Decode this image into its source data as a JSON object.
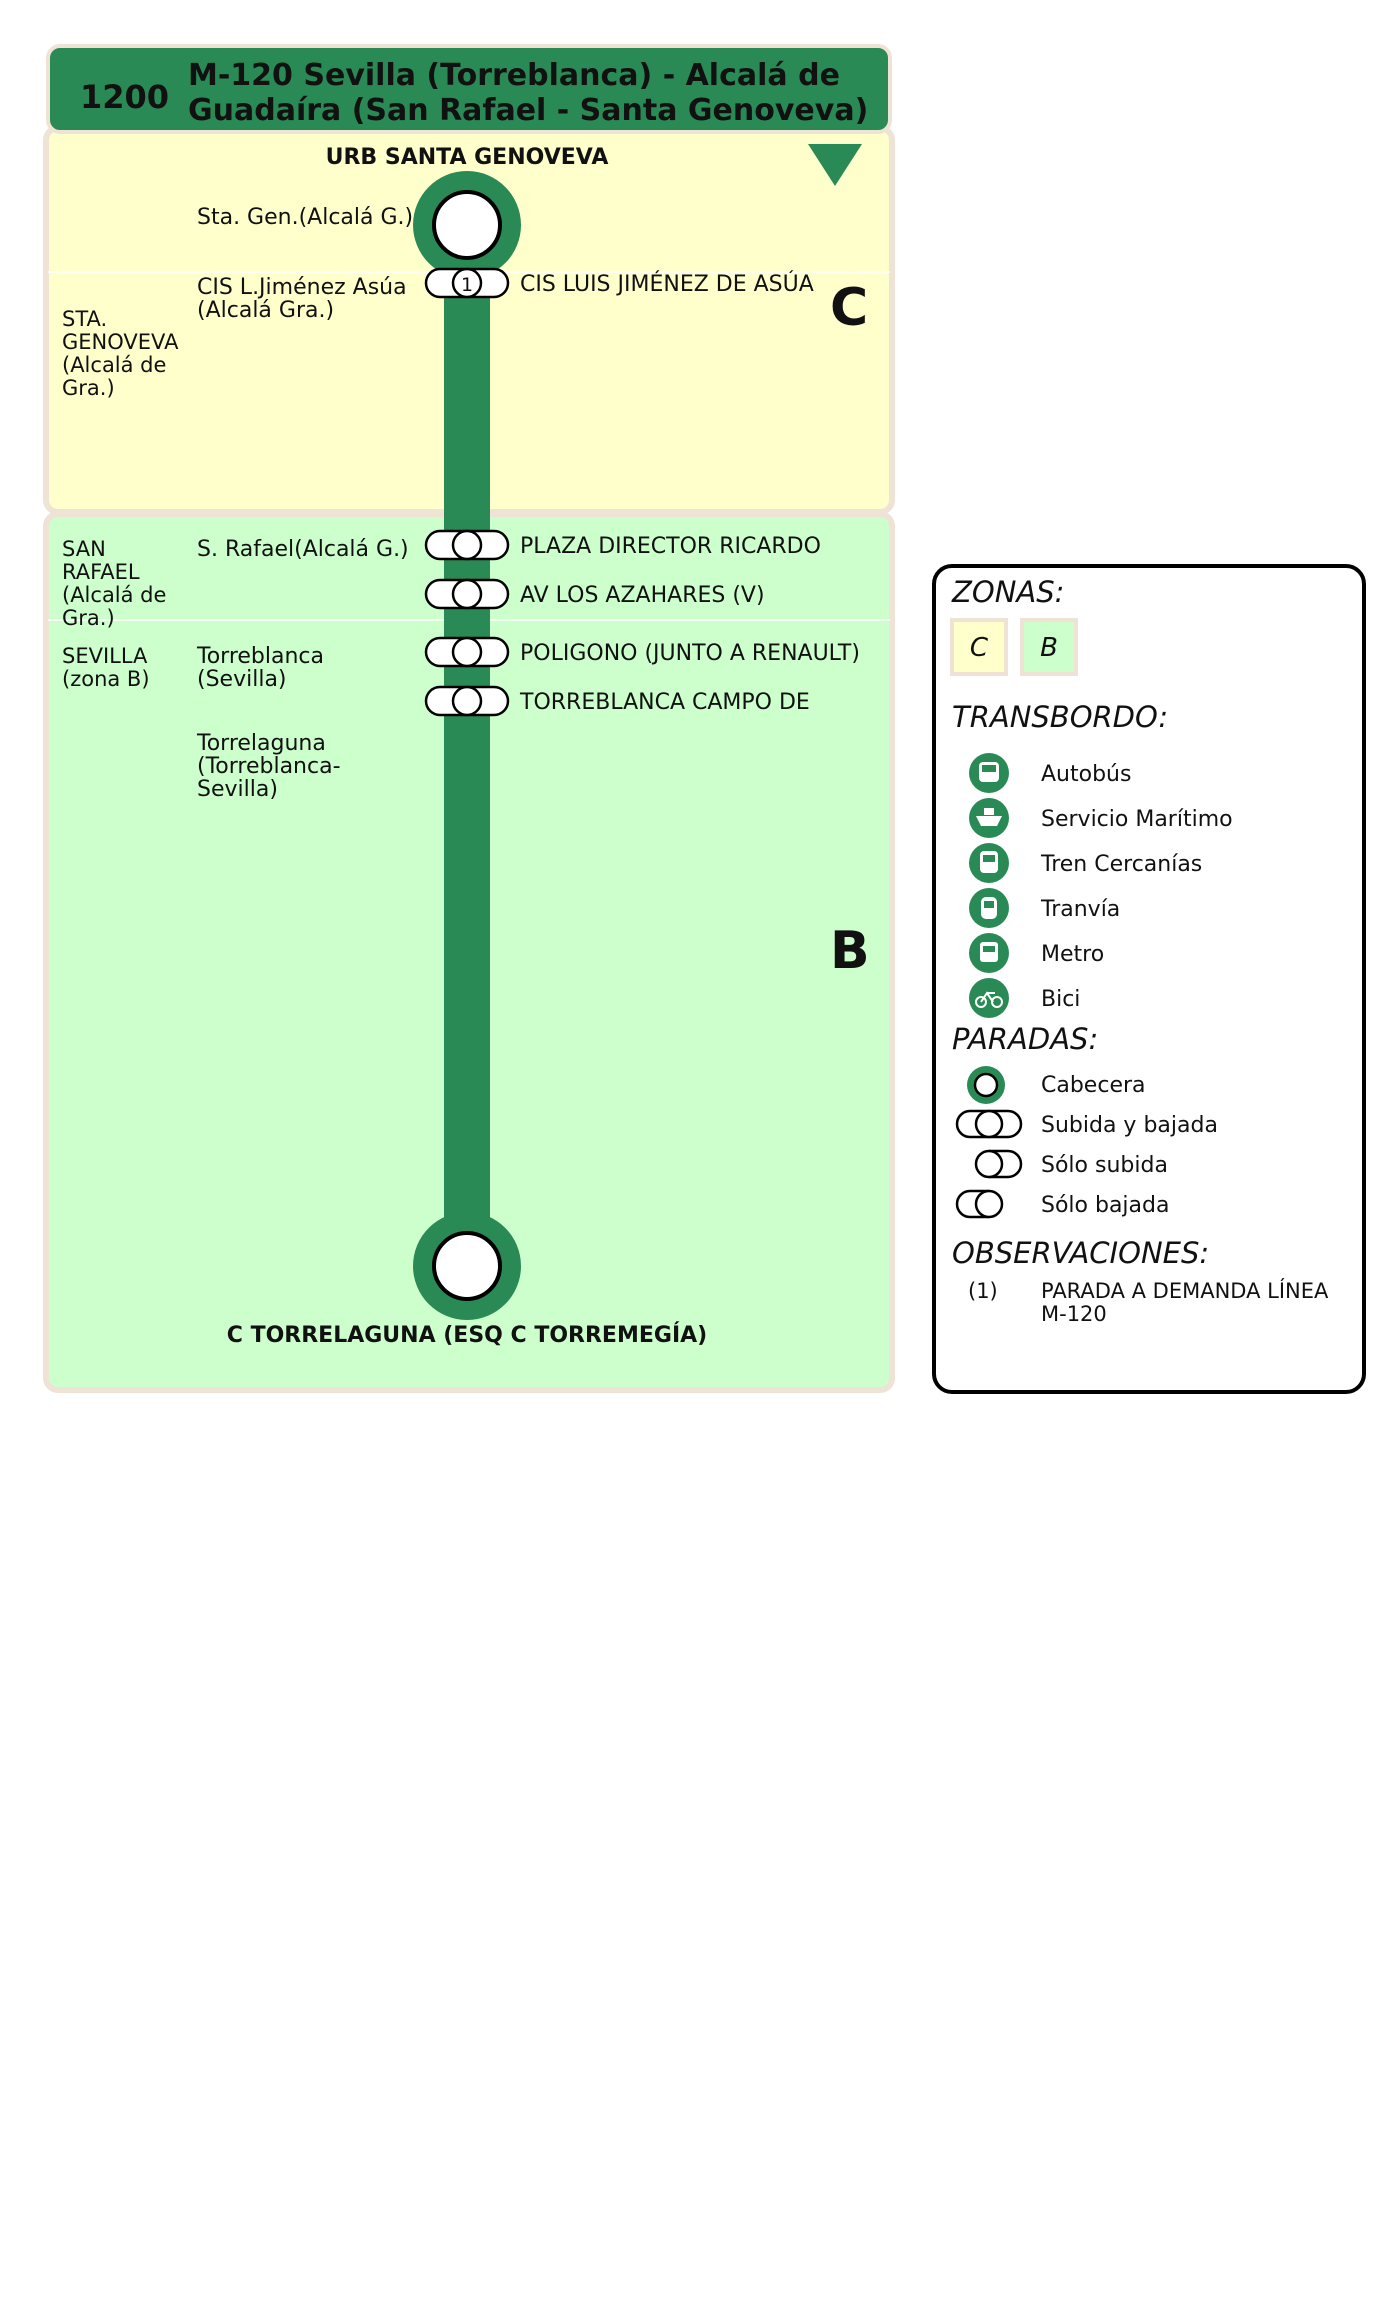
{
  "header": {
    "line_number": "1200",
    "title_line1": "M-120 Sevilla (Torreblanca) - Alcalá de",
    "title_line2": "Guadaíra (San Rafael - Santa Genoveva)"
  },
  "colors": {
    "brand_green": "#2a8a55",
    "zone_c": "#ffffcc",
    "zone_b": "#ccffcc",
    "zone_border": "#efe3d6"
  },
  "zones": [
    {
      "letter": "C"
    },
    {
      "letter": "B"
    }
  ],
  "terminals": {
    "start": "URB SANTA GENOVEVA",
    "end": "C TORRELAGUNA (ESQ C TORREMEGÍA)"
  },
  "stops": [
    {
      "name": "CIS LUIS JIMÉNEZ DE ASÚA",
      "marker": "1"
    },
    {
      "name": "PLAZA DIRECTOR RICARDO",
      "marker": ""
    },
    {
      "name": "AV LOS AZAHARES (V)",
      "marker": ""
    },
    {
      "name": "POLIGONO (JUNTO A RENAULT)",
      "marker": ""
    },
    {
      "name": "TORREBLANCA CAMPO DE",
      "marker": ""
    }
  ],
  "localities": [
    {
      "lines": [
        "Sta. Gen.(Alcalá G.)"
      ]
    },
    {
      "lines": [
        "CIS L.Jiménez Asúa",
        "(Alcalá Gra.)"
      ]
    },
    {
      "lines": [
        "S. Rafael(Alcalá G.)"
      ]
    },
    {
      "lines": [
        "Torreblanca",
        "(Sevilla)"
      ]
    },
    {
      "lines": [
        "Torrelaguna",
        "(Torreblanca-",
        "Sevilla)"
      ]
    }
  ],
  "municipalities": [
    {
      "lines": [
        "STA.",
        "GENOVEVA",
        "(Alcalá de",
        "Gra.)"
      ]
    },
    {
      "lines": [
        "SAN",
        "RAFAEL",
        "(Alcalá de",
        "Gra.)"
      ]
    },
    {
      "lines": [
        "SEVILLA",
        "(zona B)"
      ]
    }
  ],
  "legend": {
    "zones_title": "ZONAS:",
    "zone_labels": [
      "C",
      "B"
    ],
    "transfer_title": "TRANSBORDO:",
    "transfers": [
      {
        "label": "Autobús",
        "icon": "bus-icon"
      },
      {
        "label": "Servicio Marítimo",
        "icon": "ship-icon"
      },
      {
        "label": "Tren Cercanías",
        "icon": "train-icon"
      },
      {
        "label": "Tranvía",
        "icon": "tram-icon"
      },
      {
        "label": "Metro",
        "icon": "metro-icon"
      },
      {
        "label": "Bici",
        "icon": "bike-icon"
      }
    ],
    "stops_title": "PARADAS:",
    "stop_types": [
      {
        "label": "Cabecera",
        "icon": "terminal-stop-icon"
      },
      {
        "label": "Subida y bajada",
        "icon": "board-alight-stop-icon"
      },
      {
        "label": "Sólo subida",
        "icon": "board-only-stop-icon"
      },
      {
        "label": "Sólo bajada",
        "icon": "alight-only-stop-icon"
      }
    ],
    "observations_title": "OBSERVACIONES:",
    "observations": [
      {
        "ref": "(1)",
        "lines": [
          "PARADA A DEMANDA LÍNEA",
          "M-120"
        ]
      }
    ]
  }
}
